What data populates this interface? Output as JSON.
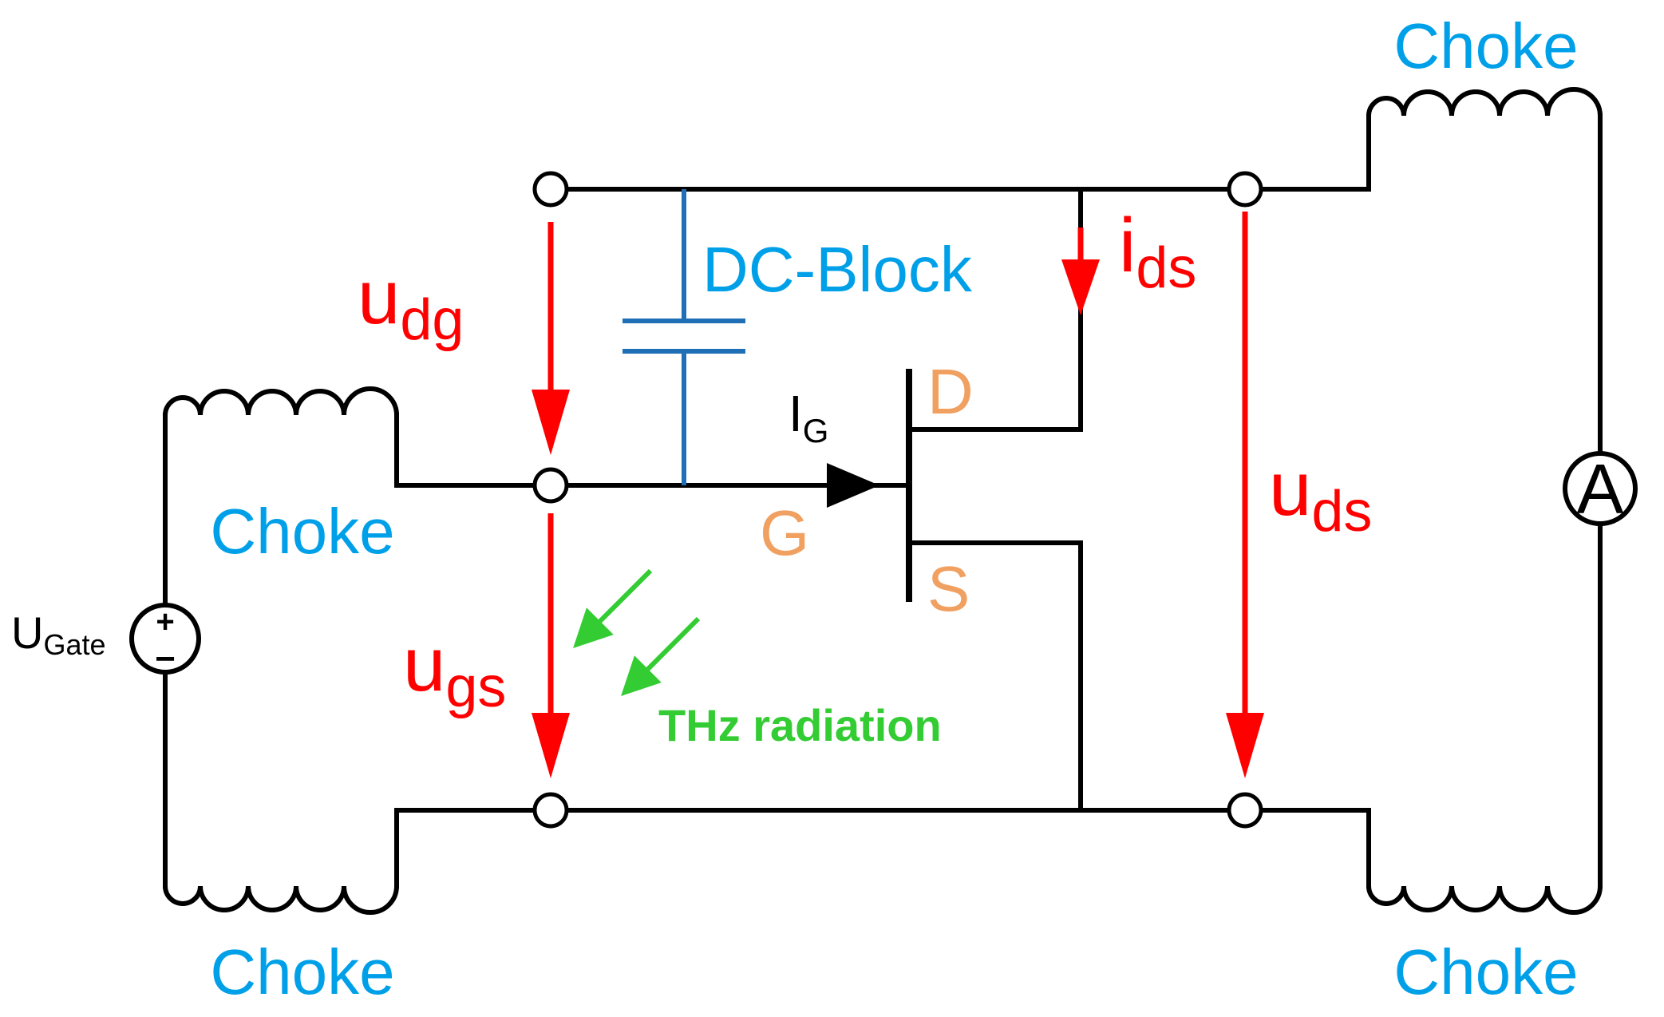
{
  "labels": {
    "choke_top_right": "Choke",
    "choke_left_mid": "Choke",
    "choke_bottom_left": "Choke",
    "choke_bottom_right": "Choke",
    "dc_block": "DC-Block",
    "ugate_main": "U",
    "ugate_sub": "Gate",
    "plus": "+",
    "minus": "−",
    "ammeter": "A",
    "ig_main": "I",
    "ig_sub": "G",
    "drain": "D",
    "gate": "G",
    "source": "S",
    "udg_main": "u",
    "udg_sub": "dg",
    "ugs_main": "u",
    "ugs_sub": "gs",
    "uds_main": "u",
    "uds_sub": "ds",
    "ids_main": "i",
    "ids_sub": "ds",
    "thz": "THz radiation"
  },
  "colors": {
    "wire": "#000000",
    "voltage_arrow": "#ff0000",
    "component_label": "#00a0e9",
    "dc_block_capacitor": "#1f6fb7",
    "terminal_label": "#f0a060",
    "radiation": "#33cc33"
  }
}
